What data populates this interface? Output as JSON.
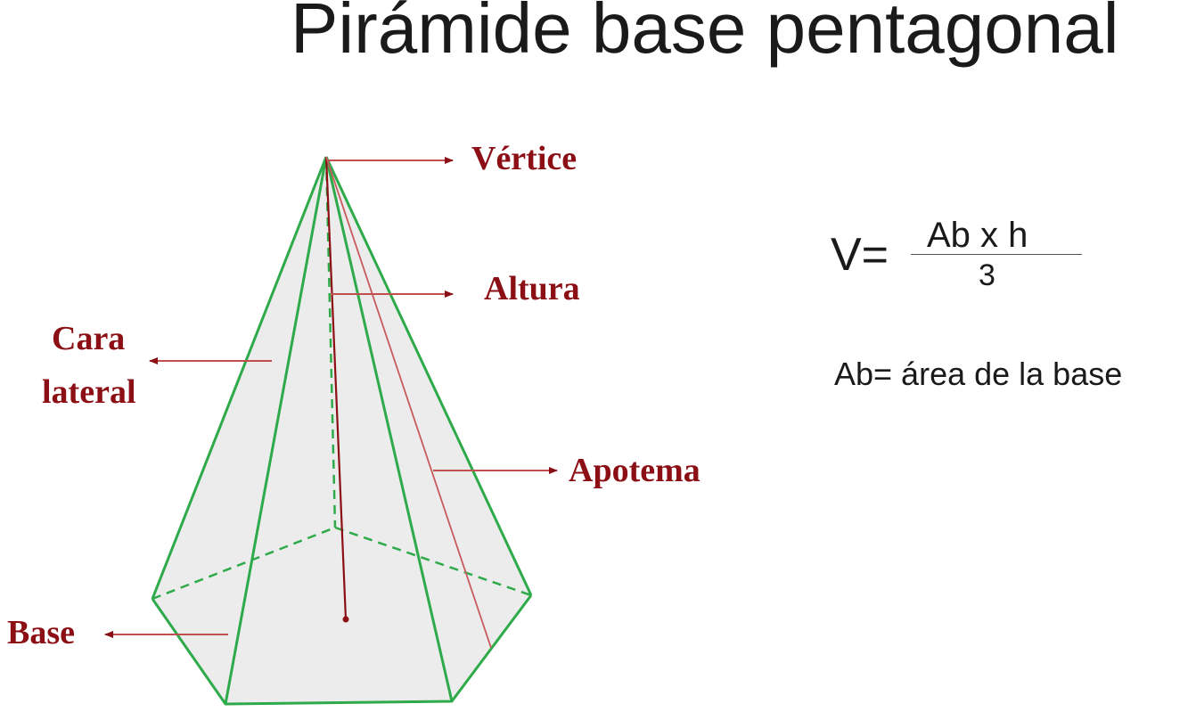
{
  "title": "Pirámide base pentagonal",
  "labels": {
    "vertice": "Vértice",
    "altura": "Altura",
    "cara_line1": "Cara",
    "cara_line2": "lateral",
    "apotema": "Apotema",
    "base": "Base"
  },
  "formula": {
    "lhs": "V=",
    "numerator": "Ab x h",
    "denominator": "3"
  },
  "note": "Ab= área de la base",
  "colors": {
    "edge": "#2eaa4a",
    "annotation": "#8b0f14",
    "face_fill": "#ececec",
    "text": "#1a1a1a"
  }
}
